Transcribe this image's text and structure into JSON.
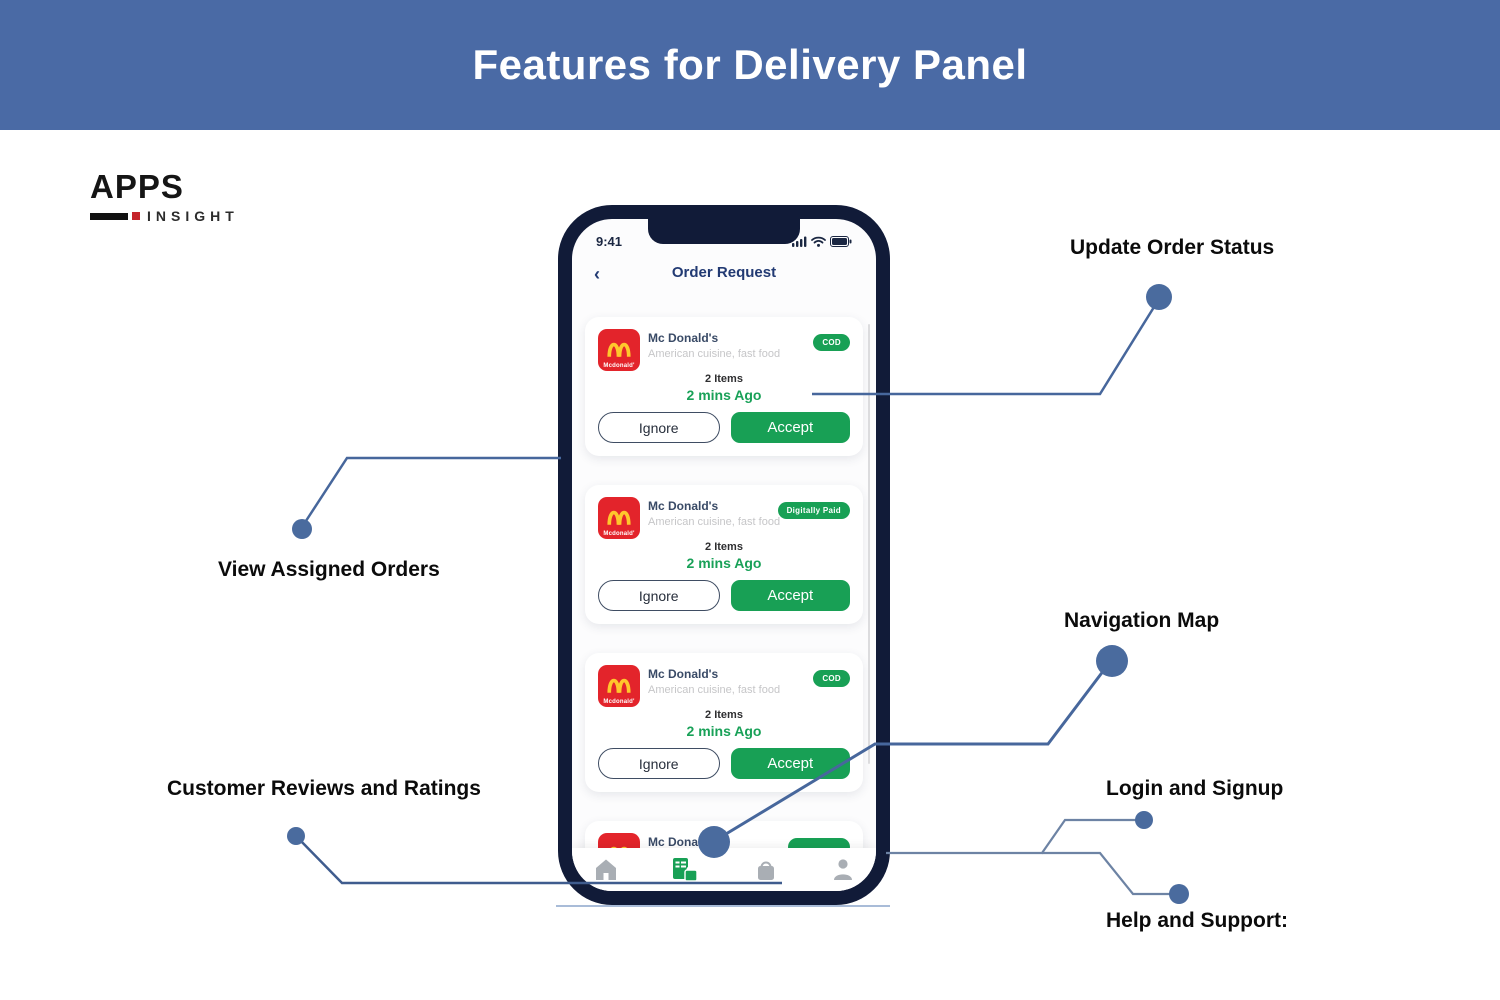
{
  "header": {
    "title": "Features for Delivery Panel"
  },
  "logo": {
    "top": "APPS",
    "bottom": "INSIGHT"
  },
  "phone": {
    "time": "9:41",
    "status_icons": [
      "signal-icon",
      "wifi-icon",
      "battery-icon"
    ],
    "back_icon": "‹",
    "screen_title": "Order Request",
    "restaurant_logo_text": "Mcdonald'",
    "cards": [
      {
        "name": "Mc Donald's",
        "cuisine": "American cuisine, fast food",
        "badge": "COD",
        "items": "2 Items",
        "ago": "2 mins Ago",
        "ignore": "Ignore",
        "accept": "Accept"
      },
      {
        "name": "Mc Donald's",
        "cuisine": "American cuisine, fast food",
        "badge": "Digitally Paid",
        "items": "2 Items",
        "ago": "2 mins Ago",
        "ignore": "Ignore",
        "accept": "Accept"
      },
      {
        "name": "Mc Donald's",
        "cuisine": "American cuisine, fast food",
        "badge": "COD",
        "items": "2 Items",
        "ago": "2 mins Ago",
        "ignore": "Ignore",
        "accept": "Accept"
      },
      {
        "name": "Mc Donald's"
      }
    ],
    "tab_icons": [
      "home-icon",
      "orders-icon",
      "bag-icon",
      "profile-icon"
    ]
  },
  "callouts": {
    "update_order_status": "Update Order Status",
    "view_assigned_orders": "View Assigned Orders",
    "navigation_map": "Navigation Map",
    "customer_reviews": "Customer Reviews and Ratings",
    "login_signup": "Login and Signup",
    "help_support": "Help and Support:"
  },
  "colors": {
    "header_bg": "#4a6aa5",
    "accent_green": "#18a055",
    "logo_red": "#e3242b",
    "arches_gold": "#ffc72c",
    "line_blue": "#47679c",
    "dot_blue": "#4a6b9e",
    "frame_navy": "#111b38",
    "title_navy": "#223a73"
  }
}
